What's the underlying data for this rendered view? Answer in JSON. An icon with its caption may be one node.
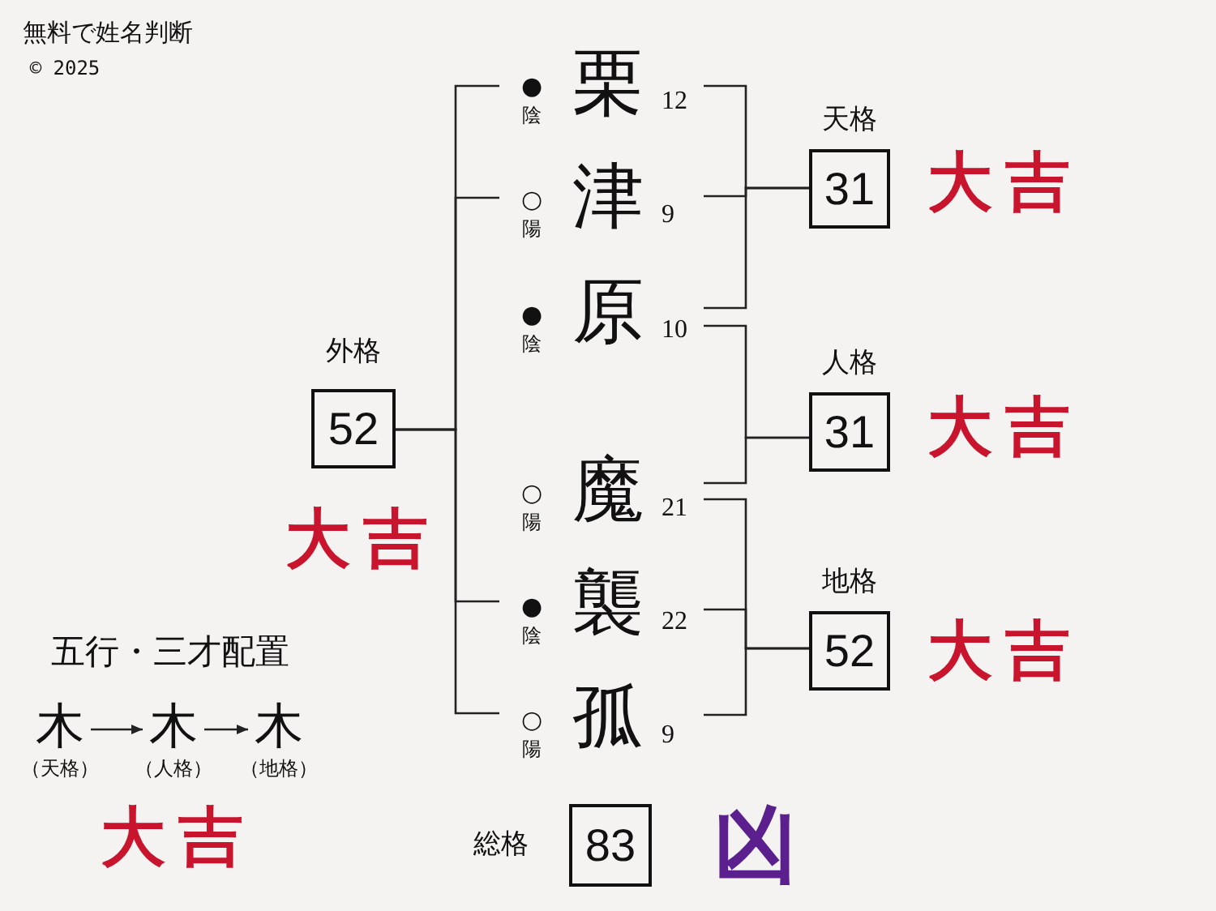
{
  "diagram": {
    "title": "無料で姓名判断",
    "nodes": [
      {
        "text": [
          "外格",
          "52"
        ],
        "beside": [
          "大吉"
        ]
      },
      {
        "text": [
          "栗"
        ],
        "beside": [
          "●",
          "陰",
          "12"
        ]
      },
      {
        "text": [
          "津"
        ],
        "beside": [
          "○",
          "陽",
          "9"
        ]
      },
      {
        "text": [
          "原"
        ],
        "beside": [
          "●",
          "陰",
          "10"
        ]
      },
      {
        "text": [
          "魔"
        ],
        "beside": [
          "○",
          "陽",
          "21"
        ]
      },
      {
        "text": [
          "襲"
        ],
        "beside": [
          "●",
          "陰",
          "22"
        ]
      },
      {
        "text": [
          "孤"
        ],
        "beside": [
          "○",
          "陽",
          "9"
        ]
      },
      {
        "text": [
          "天格",
          "31"
        ],
        "beside": [
          "大吉"
        ]
      },
      {
        "text": [
          "人格",
          "31"
        ],
        "beside": [
          "大吉"
        ]
      },
      {
        "text": [
          "地格",
          "52"
        ],
        "beside": [
          "大吉"
        ]
      },
      {
        "text": [
          "総格",
          "83"
        ],
        "beside": [
          "凶"
        ]
      },
      {
        "text": [
          "木"
        ],
        "beside": [
          "（天格）"
        ]
      },
      {
        "text": [
          "木"
        ],
        "beside": [
          "（人格）"
        ]
      },
      {
        "text": [
          "木"
        ],
        "beside": [
          "（地格）"
        ]
      }
    ],
    "edges": [
      {
        "from": 0,
        "to": 1,
        "arrow": "none"
      },
      {
        "from": 0,
        "to": 2,
        "arrow": "none"
      },
      {
        "from": 0,
        "to": 5,
        "arrow": "none"
      },
      {
        "from": 0,
        "to": 6,
        "arrow": "none"
      },
      {
        "from": 1,
        "to": 7,
        "arrow": "none"
      },
      {
        "from": 2,
        "to": 7,
        "arrow": "none"
      },
      {
        "from": 3,
        "to": 7,
        "arrow": "none"
      },
      {
        "from": 3,
        "to": 8,
        "arrow": "none"
      },
      {
        "from": 4,
        "to": 8,
        "arrow": "none"
      },
      {
        "from": 4,
        "to": 9,
        "arrow": "none"
      },
      {
        "from": 5,
        "to": 9,
        "arrow": "none"
      },
      {
        "from": 6,
        "to": 9,
        "arrow": "none"
      },
      {
        "from": 11,
        "to": 12,
        "arrow": "to"
      },
      {
        "from": 12,
        "to": 13,
        "arrow": "to"
      }
    ],
    "labels": [
      "© 2025",
      "五行・三才配置",
      "大吉"
    ]
  }
}
